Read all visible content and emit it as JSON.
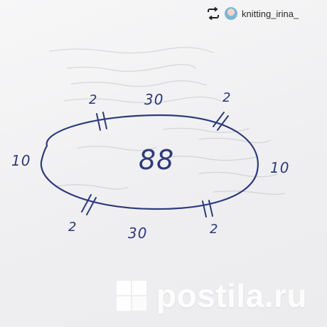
{
  "repost": {
    "icon": "repost-icon",
    "username": "knitting_irina_"
  },
  "sketch": {
    "center_value": "88",
    "top_length": "30",
    "bottom_length": "30",
    "left_length": "10",
    "right_length": "10",
    "top_left_marks": "2",
    "top_right_marks": "2",
    "bottom_left_marks": "2",
    "bottom_right_marks": "2",
    "ink_color": "#2d3a7c"
  },
  "watermark": {
    "text": "postila.ru",
    "logo": "postila-logo"
  }
}
